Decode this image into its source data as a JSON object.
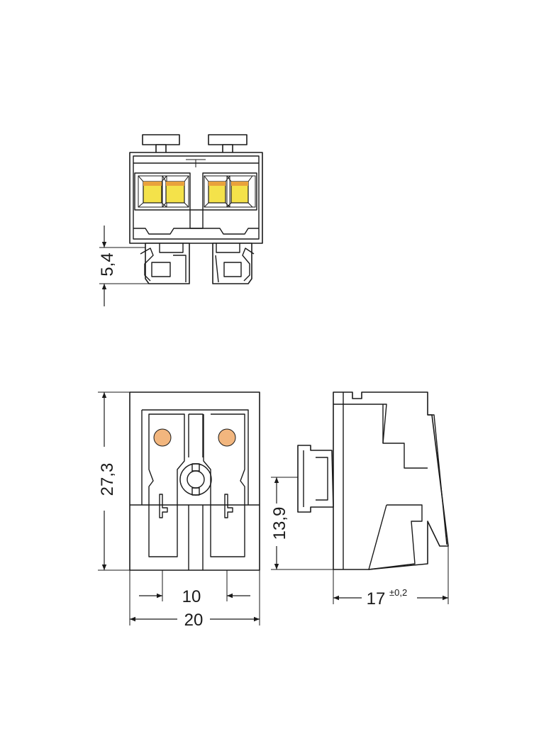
{
  "colors": {
    "line": "#1a1a1a",
    "clamp_yellow": "#f4e24a",
    "clamp_orange": "#e9a23b",
    "led_orange": "#f2b67e"
  },
  "dimensions": {
    "front_pin_height": "5,4",
    "front_height": "27,3",
    "pitch": "10",
    "width": "20",
    "side_pin_height": "13,9",
    "depth": "17",
    "depth_tolerance": "±0,2"
  }
}
